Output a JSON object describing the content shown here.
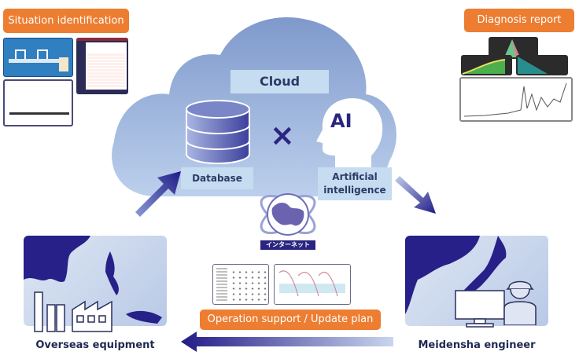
{
  "diagram": {
    "title_cloud": "Cloud",
    "database_label": "Database",
    "ai_label": "Artificial intelligence",
    "ai_glyph": "AI",
    "times_symbol": "×",
    "internet_badge": "インターネット",
    "labels": {
      "situation": "Situation identification",
      "diagnosis": "Diagnosis report",
      "operation": "Operation support / Update plan"
    },
    "captions": {
      "overseas": "Overseas equipment",
      "engineer": "Meidensha engineer"
    },
    "colors": {
      "orange": "#ed7d31",
      "navy": "#2a2580",
      "cloud": "#9fb6dd",
      "label_bg": "#c6dcf0",
      "text_dark": "#1f2a52"
    },
    "icons": {
      "database": "database-icon",
      "ai_head": "ai-head-icon",
      "globe": "globe-icon",
      "factory": "factory-icon",
      "engineer": "engineer-icon",
      "monitor": "monitor-icon"
    }
  }
}
